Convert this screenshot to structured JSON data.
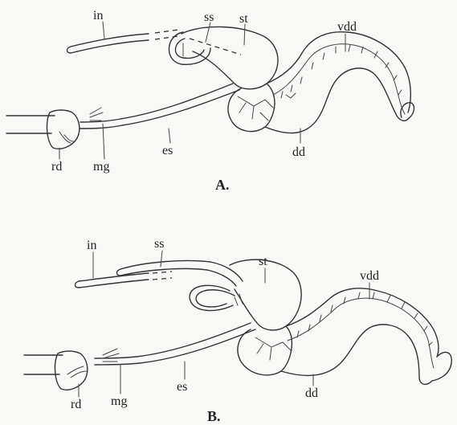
{
  "figure": {
    "panels": [
      {
        "id": "A",
        "caption": "A.",
        "labels": {
          "in": "in",
          "ss": "ss",
          "st": "st",
          "vdd": "vdd",
          "rd": "rd",
          "mg": "mg",
          "es": "es",
          "dd": "dd"
        }
      },
      {
        "id": "B",
        "caption": "B.",
        "labels": {
          "in": "in",
          "ss": "ss",
          "st": "st",
          "vdd": "vdd",
          "rd": "rd",
          "mg": "mg",
          "es": "es",
          "dd": "dd"
        }
      }
    ]
  }
}
